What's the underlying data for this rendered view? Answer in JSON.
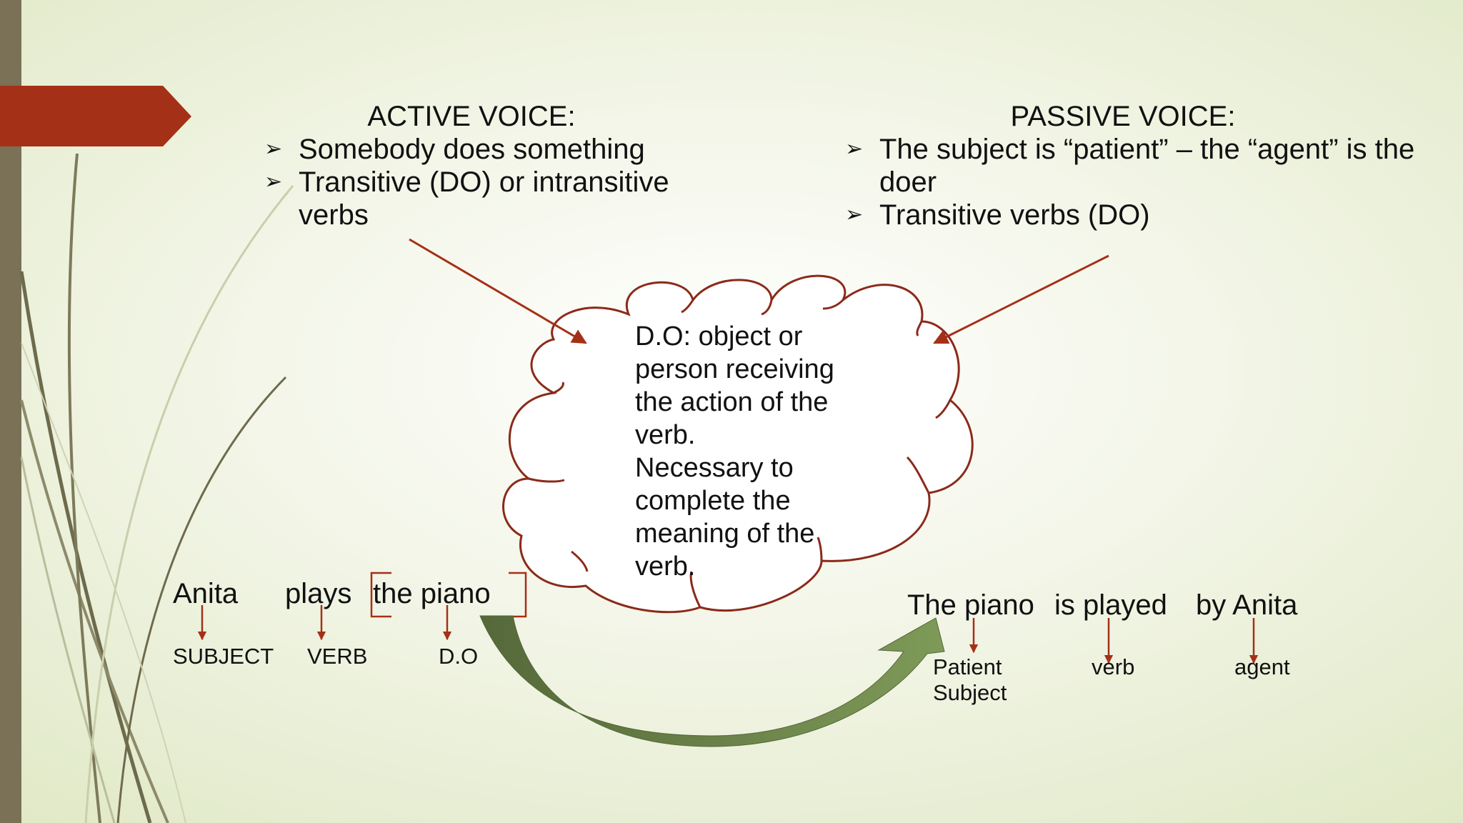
{
  "colors": {
    "accent_red": "#a53018",
    "dark_red_line": "#8b2a1a",
    "side_bar": "#7a7156",
    "green_arrow": "#6b8048"
  },
  "active": {
    "heading": "ACTIVE VOICE:",
    "bullets": [
      "Somebody does something",
      "Transitive (DO) or intransitive",
      "verbs"
    ]
  },
  "passive": {
    "heading": "PASSIVE VOICE:",
    "bullets": [
      "The subject is “patient” – the “agent” is the",
      "doer",
      "Transitive verbs (DO)"
    ]
  },
  "bullet_glyph": "➢",
  "cloud": {
    "lines": [
      "D.O: object or",
      "person receiving",
      "the action of the",
      "verb.",
      "Necessary to",
      "complete the",
      "meaning of the",
      "verb."
    ]
  },
  "active_sentence": {
    "words": [
      "Anita",
      "plays",
      "the piano"
    ],
    "labels": [
      "SUBJECT",
      "VERB",
      "D.O"
    ]
  },
  "passive_sentence": {
    "words": [
      "The piano",
      "is played",
      "by Anita"
    ],
    "labels": [
      "Patient",
      "Subject",
      "verb",
      "agent"
    ]
  }
}
